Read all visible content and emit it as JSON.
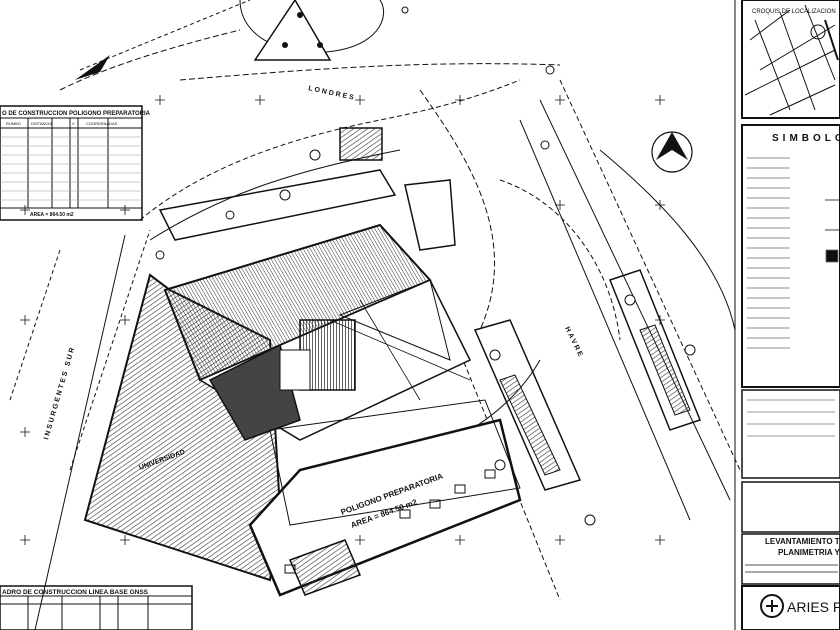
{
  "construction_table": {
    "title": "O DE CONSTRUCCION POLIGONO PREPARATORIA",
    "headers": [
      "RUMBO",
      "DISTANCIA",
      "V",
      "COORDENADAS"
    ],
    "area": "AREA = 864.50 m2"
  },
  "streets": {
    "londres": "LONDRES",
    "insurgentes": "INSURGENTES SUR",
    "havre": "HAVRE"
  },
  "polygon": {
    "name": "POLIGONO PREPARATORIA",
    "area": "AREA = 864.50 m2"
  },
  "universidad": "UNIVERSIDAD",
  "baseline_table": {
    "title": "ADRO DE CONSTRUCCION LINEA BASE GNSS"
  },
  "location_panel": {
    "title": "CROQUIS DE LOCALIZACION"
  },
  "symbology": {
    "title": "SIMBOLO"
  },
  "title_block": {
    "line1": "LEVANTAMIENTO TOPO",
    "line2": "PLANIMETRIA Y AL",
    "company": "ARIES PR"
  },
  "colors": {
    "ink": "#111111",
    "hatch": "#333333",
    "paper": "#ffffff"
  }
}
